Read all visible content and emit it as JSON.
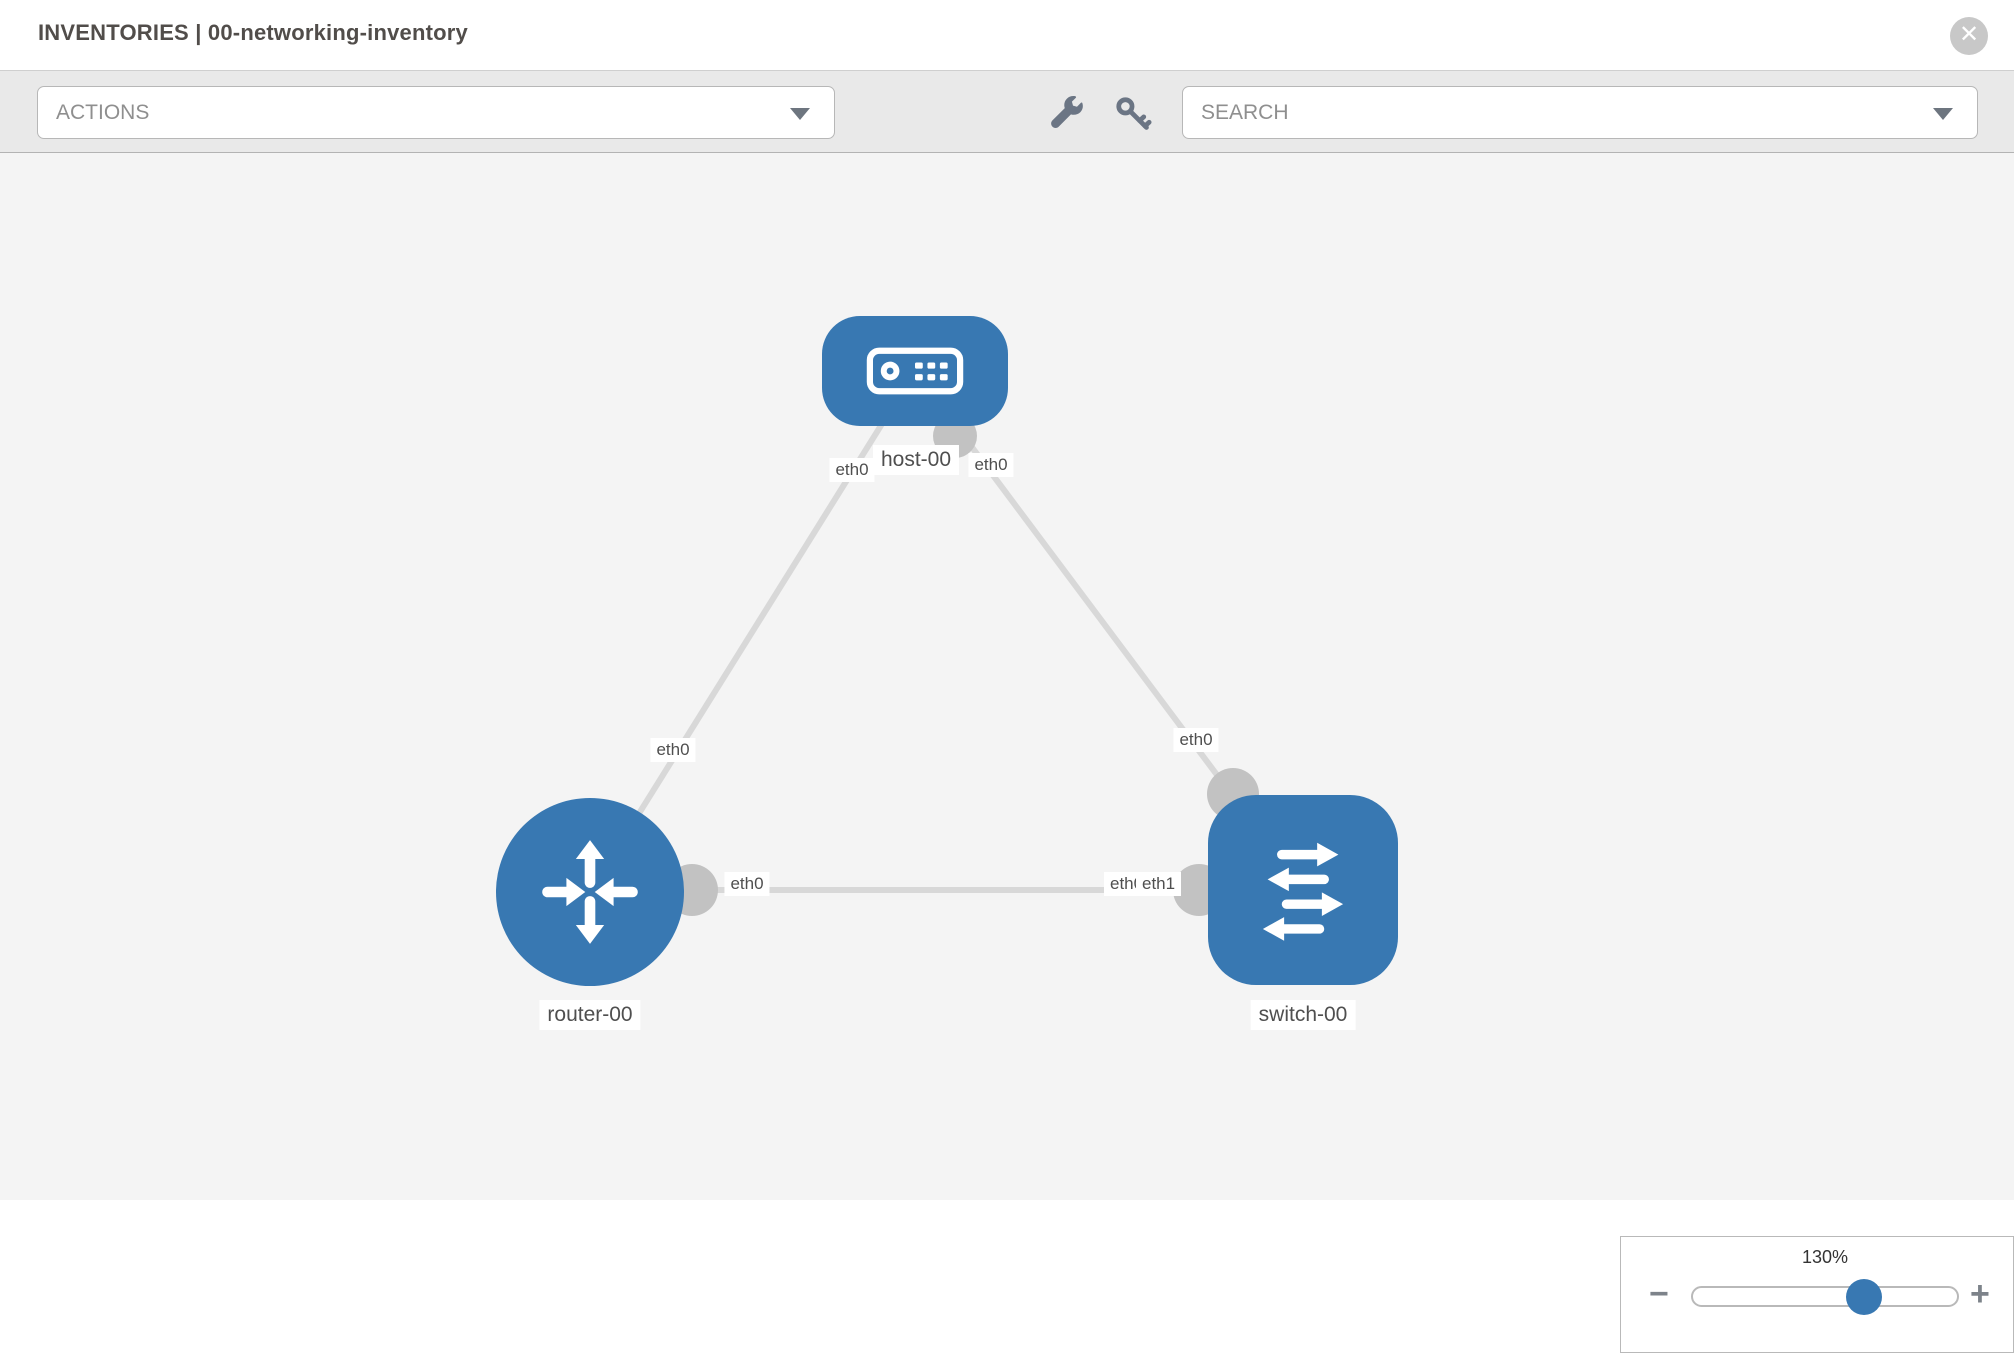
{
  "header": {
    "title": "INVENTORIES | 00-networking-inventory",
    "close_label": "✕"
  },
  "toolbar": {
    "actions_label": "ACTIONS",
    "search_label": "SEARCH",
    "wrench_icon": "wrench-icon",
    "key_icon": "key-icon"
  },
  "canvas": {
    "nodes": [
      {
        "id": "host-00",
        "type": "host",
        "label": "host-00"
      },
      {
        "id": "router-00",
        "type": "router",
        "label": "router-00"
      },
      {
        "id": "switch-00",
        "type": "switch",
        "label": "switch-00"
      }
    ],
    "links": [
      {
        "from": "host-00",
        "to": "router-00",
        "from_interface": "eth0",
        "to_interface": "eth0"
      },
      {
        "from": "host-00",
        "to": "switch-00",
        "from_interface": "eth0",
        "to_interface": "eth0"
      },
      {
        "from": "router-00",
        "to": "switch-00",
        "from_interface": "eth0",
        "to_interface": "eth1"
      }
    ],
    "interface_labels": {
      "host_left": "eth0",
      "host_right": "eth0",
      "router_top": "eth0",
      "switch_top": "eth0",
      "router_right": "eth0",
      "switch_left_rear": "eth0",
      "switch_left": "eth1"
    }
  },
  "zoom_control": {
    "level": "130%",
    "minus": "−",
    "plus": "+"
  },
  "colors": {
    "node_blue": "#3878b2",
    "link_gray": "#d8d8d8",
    "port_gray": "#c2c2c2",
    "toolbar_gray": "#e9e9e9",
    "canvas_gray": "#f4f4f4"
  }
}
